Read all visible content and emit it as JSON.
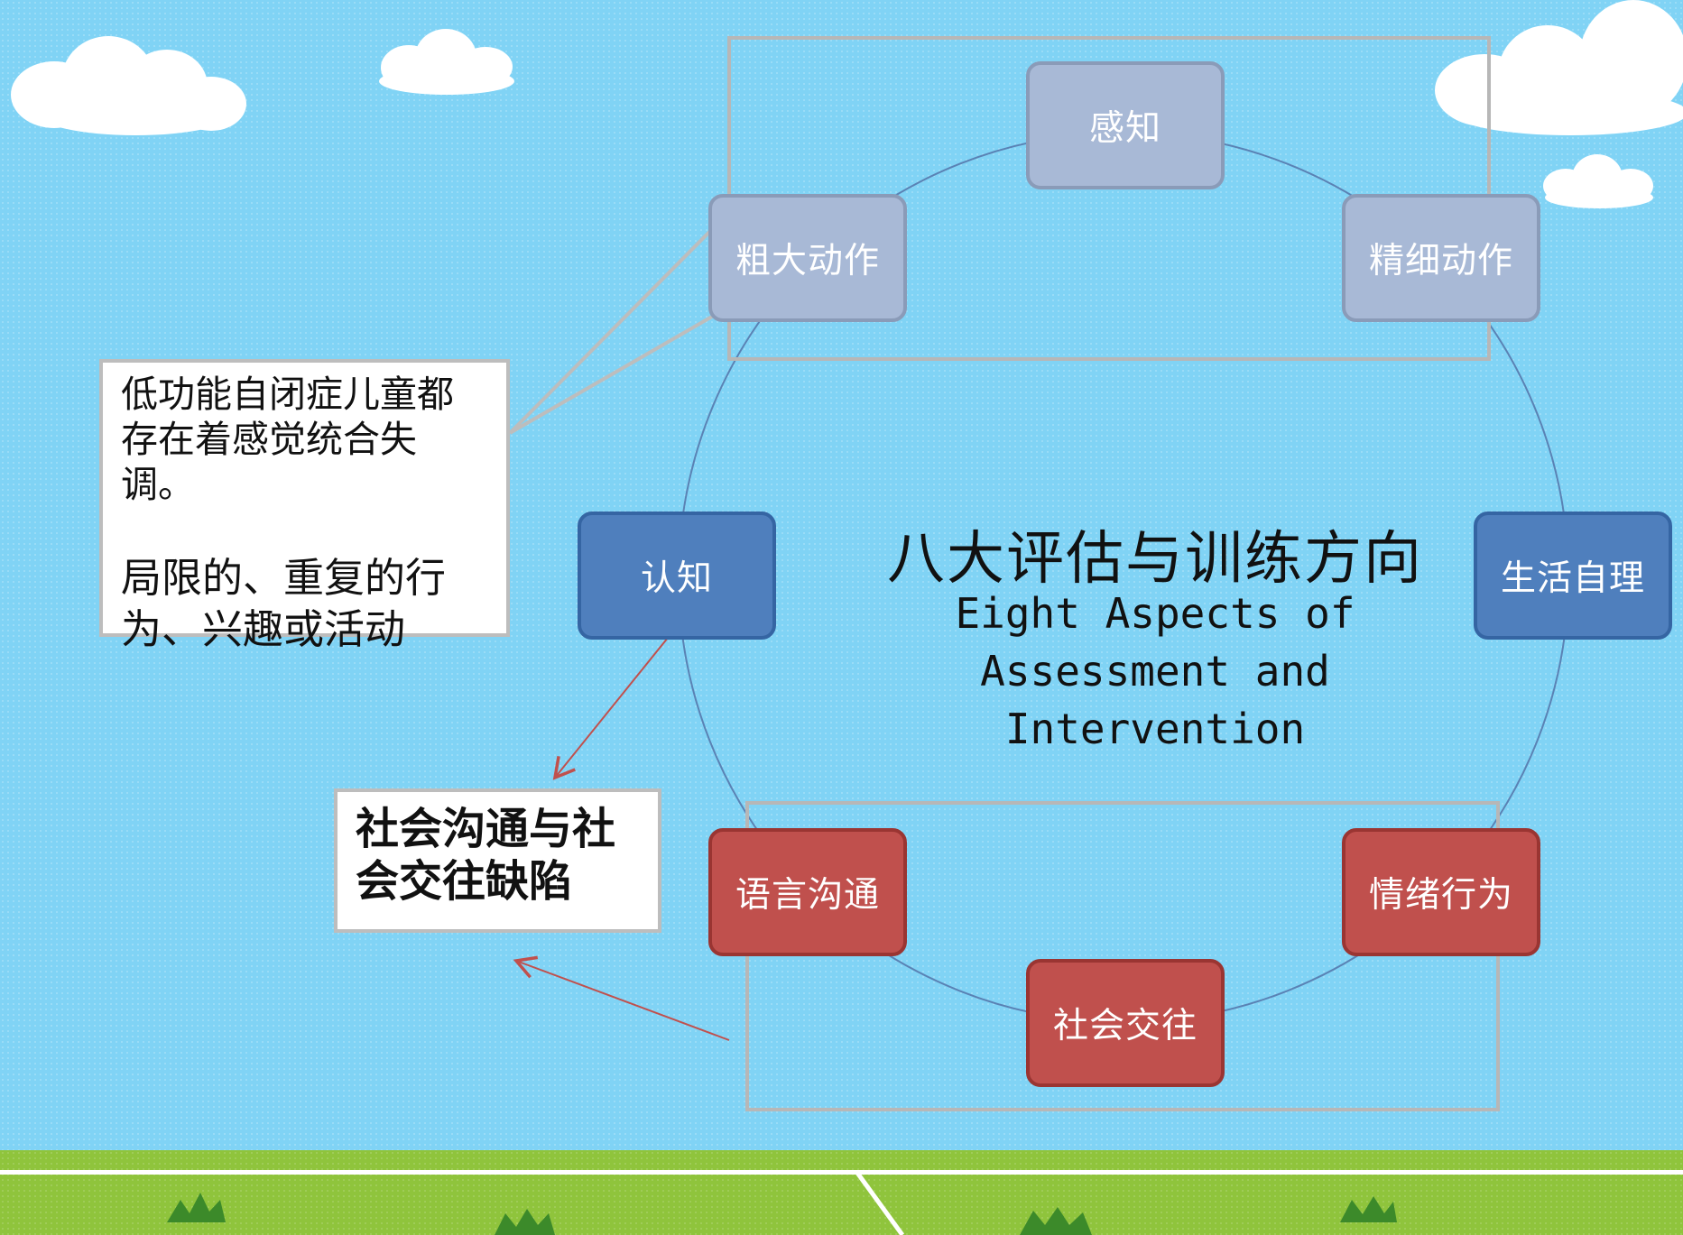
{
  "diagram": {
    "nodes": [
      {
        "label": "感知",
        "group": "lavender"
      },
      {
        "label": "粗大动作",
        "group": "lavender"
      },
      {
        "label": "精细动作",
        "group": "lavender"
      },
      {
        "label": "认知",
        "group": "blue"
      },
      {
        "label": "生活自理",
        "group": "blue"
      },
      {
        "label": "语言沟通",
        "group": "red"
      },
      {
        "label": "情绪行为",
        "group": "red"
      },
      {
        "label": "社会交往",
        "group": "red"
      }
    ],
    "center": {
      "title": "八大评估与训练方向",
      "subtitle_lines": [
        "Eight Aspects of",
        "Assessment and",
        "Intervention"
      ]
    }
  },
  "callouts": {
    "sensory_note_line1": "低功能自闭症儿童都",
    "sensory_note_line2": "存在着感觉统合失调。",
    "behavior_note_line1": "局限的、重复的行",
    "behavior_note_line2": "为、兴趣或活动",
    "social_note_line1": "社会沟通与社",
    "social_note_line2": "会交往缺陷"
  },
  "colors": {
    "sky": "#80d3f5",
    "lavender_node": "#a8b9d6",
    "blue_node": "#4f7fbd",
    "red_node": "#c0504d",
    "grass": "#8fc43c",
    "circle_line": "#5a82b4",
    "arrow_red": "#c0504d"
  }
}
